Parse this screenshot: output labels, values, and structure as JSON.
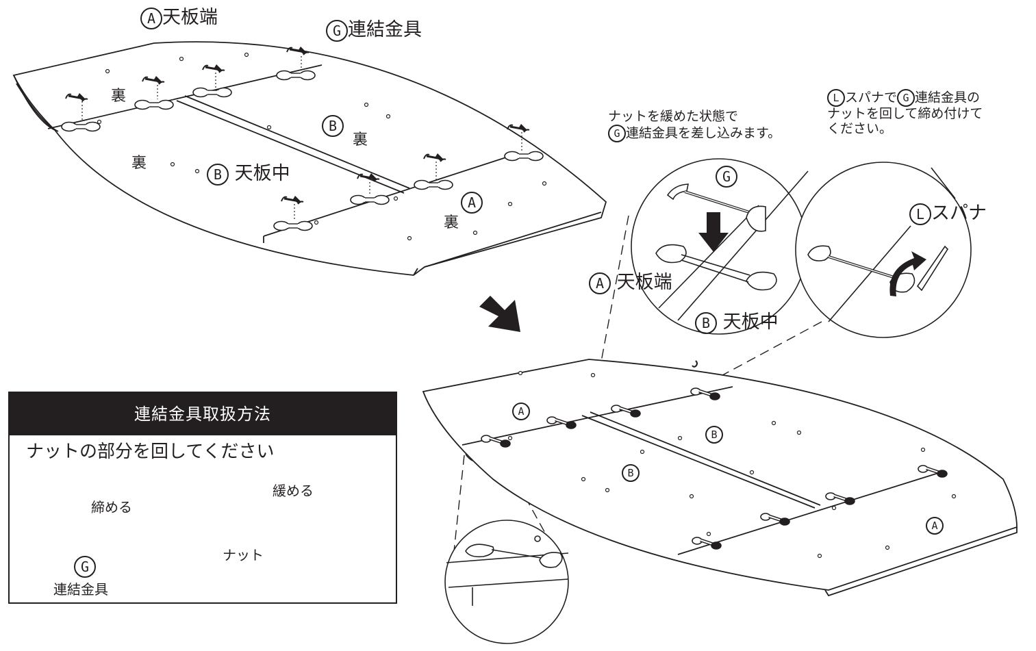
{
  "labels": {
    "a_edge_top": "天板端",
    "g_connector_top": "連結金具",
    "ura_1": "裏",
    "ura_2": "裏",
    "ura_3": "裏",
    "ura_4": "裏",
    "b_middle_top": "天板中",
    "insert_note_line1": "ナットを緩めた状態で",
    "insert_note_line2": "連結金具を差し込みます。",
    "tighten_note_line1": "スパナで",
    "tighten_note_line1b": "連結金具の",
    "tighten_note_line2": "ナットを回して締め付けて",
    "tighten_note_line3": "ください。",
    "wrench": "スパナ",
    "a_edge_detail": "天板端",
    "b_middle_detail": "天板中"
  },
  "markers": {
    "a": "A",
    "b": "B",
    "g": "G",
    "l": "L"
  },
  "howto": {
    "title": "連結金具取扱方法",
    "subtitle": "ナットの部分を回してください",
    "tighten": "締める",
    "loosen": "緩める",
    "nut": "ナット",
    "connector": "連結金具"
  },
  "colors": {
    "ink": "#231f20",
    "paper": "#ffffff"
  },
  "icons": [
    "arrow-down-right-icon",
    "arrow-down-icon",
    "rotate-arrow-icon"
  ]
}
